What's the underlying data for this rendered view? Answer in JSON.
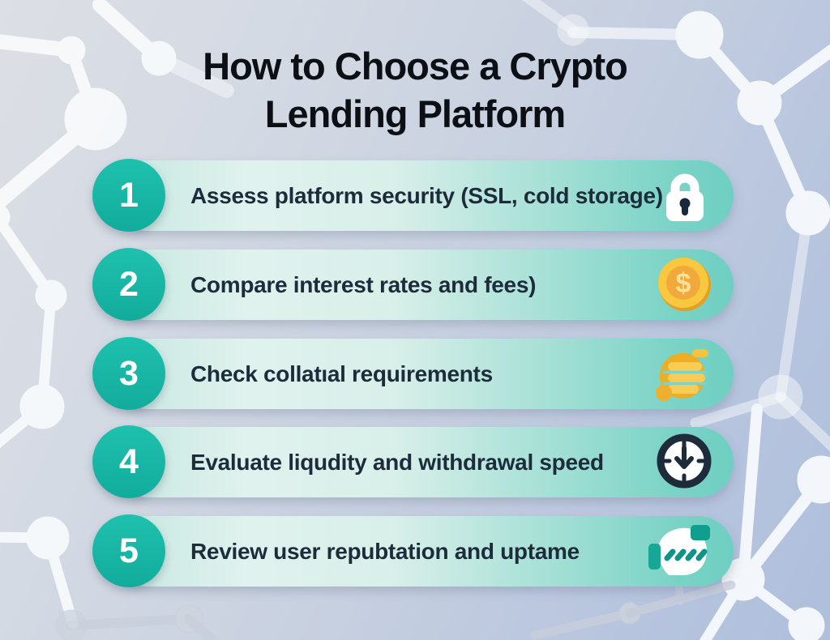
{
  "title": {
    "line1": "How to Choose a Crypto",
    "line2": "Lending Platform"
  },
  "steps": [
    {
      "number": "1",
      "text": "Assess platform security (SSL, cold storage)",
      "icon": "padlock-icon"
    },
    {
      "number": "2",
      "text": "Compare interest rates and fees)",
      "icon": "dollar-coin-icon"
    },
    {
      "number": "3",
      "text": "Check collatıal requirements",
      "icon": "coin-stack-icon"
    },
    {
      "number": "4",
      "text": "Evaluate liqudity and withdrawal speed",
      "icon": "clock-icon"
    },
    {
      "number": "5",
      "text": "Review user repubtation and uptame",
      "icon": "chat-bubble-icon"
    }
  ],
  "colors": {
    "accent_teal": "#14b3a3",
    "bar_gradient_start": "#c6e7e0",
    "bar_gradient_end": "#6ecfc2",
    "text_navy": "#1d2c3b",
    "title_black": "#0c0f14",
    "gold": "#f7c63e",
    "background_blue": "#b6c4de",
    "network_white": "#f8fafc"
  }
}
